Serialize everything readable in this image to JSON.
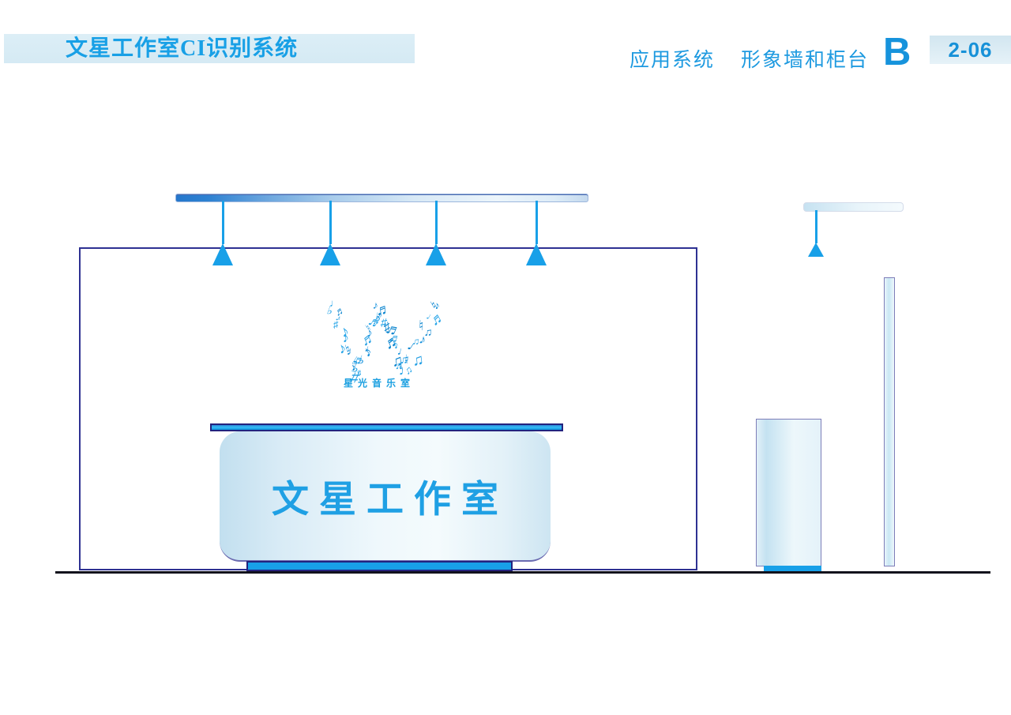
{
  "header": {
    "title": "文星工作室CI识别系统",
    "section_label": "应用系统",
    "page_label": "形象墙和柜台",
    "index_letter": "B",
    "page_code": "2-06"
  },
  "front_view": {
    "counter_text": "文星工作室",
    "logo_text": "星光音乐室"
  },
  "logo": {
    "glyph_pool": [
      "♩",
      "♪",
      "♫",
      "♬",
      "♭",
      "♮",
      "♯"
    ]
  },
  "colors": {
    "accent_blue": "#18a0e8",
    "title_text": "#18a0e6",
    "header_bar_bg": "#d9ecf5",
    "outline_navy": "#2e3192",
    "panel_outline": "#7d7db8",
    "code_text": "#1791d8"
  }
}
